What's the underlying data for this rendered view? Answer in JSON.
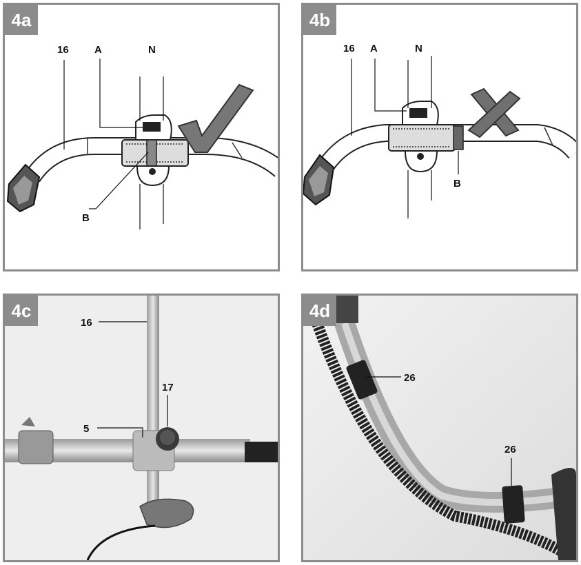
{
  "panels": {
    "p4a": {
      "tag": "4a",
      "labels": {
        "l16": "16",
        "lA": "A",
        "lN": "N",
        "lB": "B"
      }
    },
    "p4b": {
      "tag": "4b",
      "labels": {
        "l16": "16",
        "lA": "A",
        "lN": "N",
        "lB": "B"
      }
    },
    "p4c": {
      "tag": "4c",
      "labels": {
        "l16": "16",
        "l17": "17",
        "l5": "5"
      }
    },
    "p4d": {
      "tag": "4d",
      "labels": {
        "l26a": "26",
        "l26b": "26"
      }
    }
  },
  "colors": {
    "frame": "#8c8c8c",
    "check": "#777777",
    "cross": "#707070"
  },
  "icons": {
    "p4a": "check-mark-icon",
    "p4b": "cross-mark-icon"
  }
}
